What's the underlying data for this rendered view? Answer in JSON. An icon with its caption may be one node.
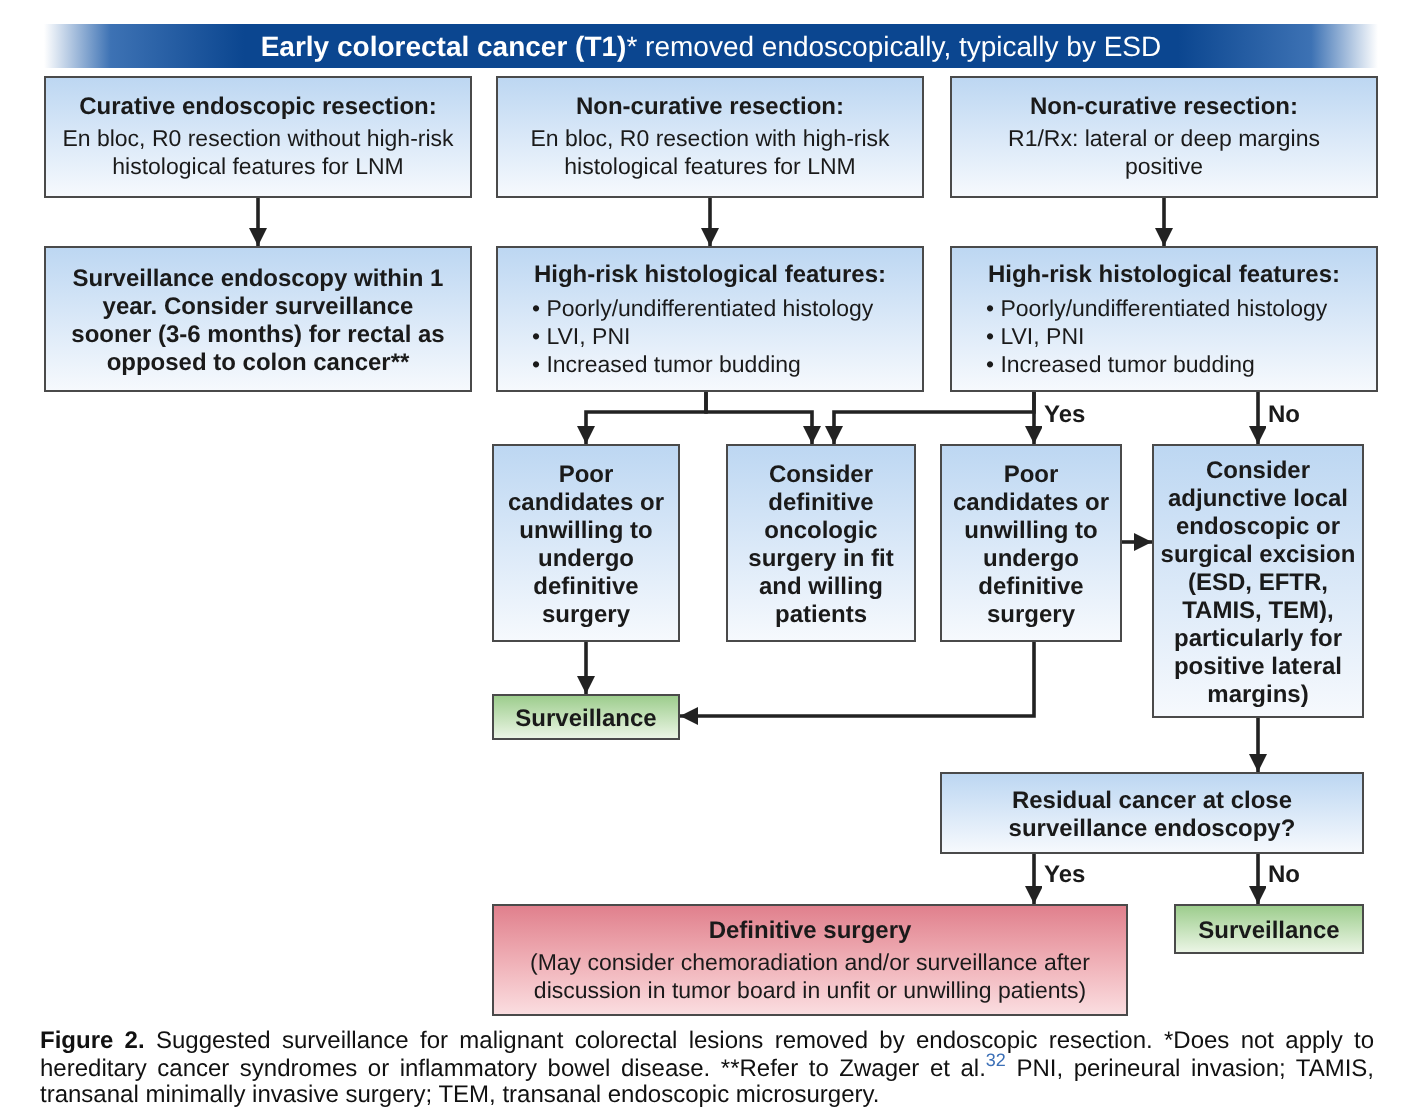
{
  "diagram": {
    "title": "**Early colorectal cancer (T1)*** removed endoscopically, typically by ESD",
    "caption": "**Figure 2.** Suggested surveillance for malignant colorectal lesions removed by endoscopic resection. *Does not apply to hereditary cancer syndromes or inflammatory bowel disease. **Refer to Zwager et al.$^{32}$ PNI, perineural invasion; TAMIS, transanal minimally invasive surgery; TEM, transanal endoscopic microsurgery.",
    "nodes": [
      {
        "text": [
          "Curative endoscopic resection:",
          "En bloc, R0 resection without high-risk histological features for LNM"
        ]
      },
      {
        "text": [
          "Non-curative resection:",
          "En bloc, R0 resection with high-risk histological features for LNM"
        ]
      },
      {
        "text": [
          "Non-curative resection:",
          "R1/Rx: lateral or deep margins positive"
        ]
      },
      {
        "text": [
          "Surveillance endoscopy within 1 year. Consider surveillance sooner (3-6 months) for rectal as opposed to colon cancer**"
        ]
      },
      {
        "text": [
          "High-risk histological features:",
          "• Poorly/undifferentiated histology",
          "• LVI, PNI",
          "• Increased tumor budding"
        ]
      },
      {
        "text": [
          "High-risk histological features:",
          "• Poorly/undifferentiated histology",
          "• LVI, PNI",
          "• Increased tumor budding"
        ]
      },
      {
        "text": [
          "Poor candidates or unwilling to undergo definitive surgery"
        ]
      },
      {
        "text": [
          "Consider definitive oncologic surgery in fit and willing patients"
        ]
      },
      {
        "text": [
          "Poor candidates or unwilling to undergo definitive surgery"
        ]
      },
      {
        "text": [
          "Consider adjunctive local endoscopic or surgical excision (ESD, EFTR, TAMIS, TEM), particularly for positive lateral margins)"
        ]
      },
      {
        "text": [
          "Surveillance"
        ]
      },
      {
        "text": [
          "Residual cancer at close surveillance endoscopy?"
        ]
      },
      {
        "text": [
          "Definitive surgery",
          "(May consider chemoradiation and/or surveillance after discussion in tumor board in unfit or unwilling patients)"
        ]
      },
      {
        "text": [
          "Surveillance"
        ]
      }
    ],
    "edges": [
      {
        "from": 0,
        "to": 3,
        "arrow": "to"
      },
      {
        "from": 1,
        "to": 4,
        "arrow": "to"
      },
      {
        "from": 2,
        "to": 5,
        "arrow": "to"
      },
      {
        "from": 4,
        "to": 6,
        "arrow": "to"
      },
      {
        "from": 4,
        "to": 7,
        "arrow": "to"
      },
      {
        "from": 5,
        "to": 7,
        "arrow": "to"
      },
      {
        "from": 5,
        "to": 8,
        "arrow": "to",
        "label": "Yes"
      },
      {
        "from": 5,
        "to": 9,
        "arrow": "to",
        "label": "No"
      },
      {
        "from": 6,
        "to": 10,
        "arrow": "to"
      },
      {
        "from": 8,
        "to": 10,
        "arrow": "to"
      },
      {
        "from": 8,
        "to": 9,
        "arrow": "to"
      },
      {
        "from": 9,
        "to": 11,
        "arrow": "to"
      },
      {
        "from": 11,
        "to": 12,
        "arrow": "to",
        "label": "Yes"
      },
      {
        "from": 11,
        "to": 13,
        "arrow": "to",
        "label": "No"
      }
    ]
  }
}
